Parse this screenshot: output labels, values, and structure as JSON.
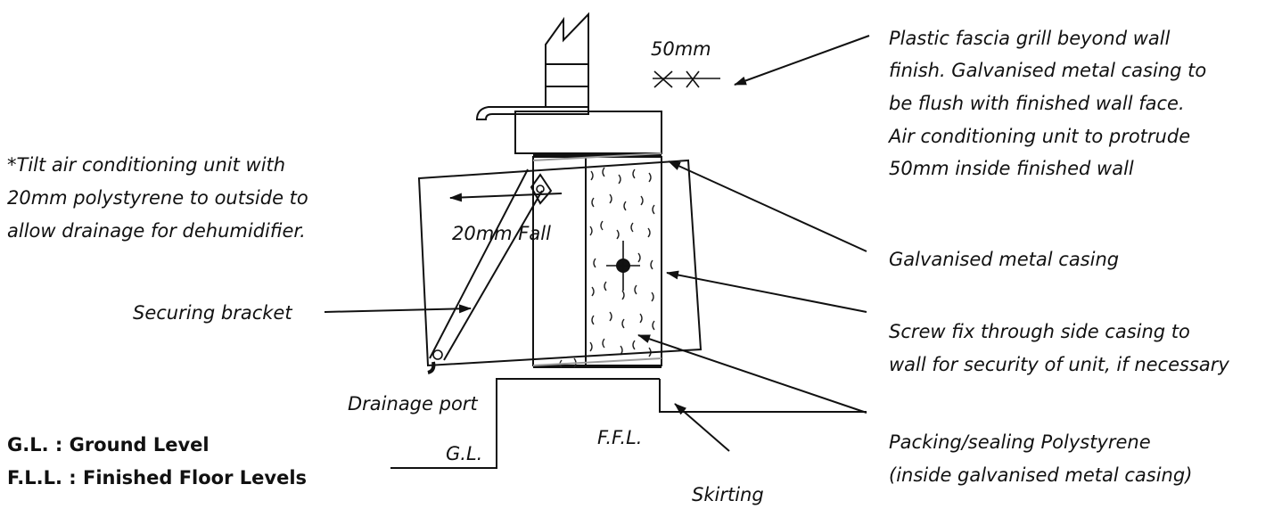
{
  "dimension": "50mm",
  "fall_label": "20mm Fall",
  "callouts": {
    "fascia_line1": "Plastic fascia grill beyond wall",
    "fascia_line2": "finish. Galvanised metal casing to",
    "fascia_line3": "be flush with finished wall face.",
    "fascia_line4": "Air conditioning unit to protrude",
    "fascia_line5": "50mm inside finished wall",
    "tilt_line1": "*Tilt air conditioning unit with",
    "tilt_line2": "20mm polystyrene to outside to",
    "tilt_line3": "allow drainage for dehumidifier.",
    "casing": "Galvanised metal casing",
    "screw_line1": "Screw fix through side casing to",
    "screw_line2": "wall for security of unit, if necessary",
    "bracket": "Securing bracket",
    "drainage": "Drainage port",
    "packing_line1": "Packing/sealing Polystyrene",
    "packing_line2": "(inside galvanised metal casing)",
    "skirting": "Skirting",
    "gl": "G.L.",
    "ffl": "F.F.L."
  },
  "legend": {
    "line1": "G.L. : Ground Level",
    "line2": "F.L.L. : Finished Floor Levels"
  }
}
